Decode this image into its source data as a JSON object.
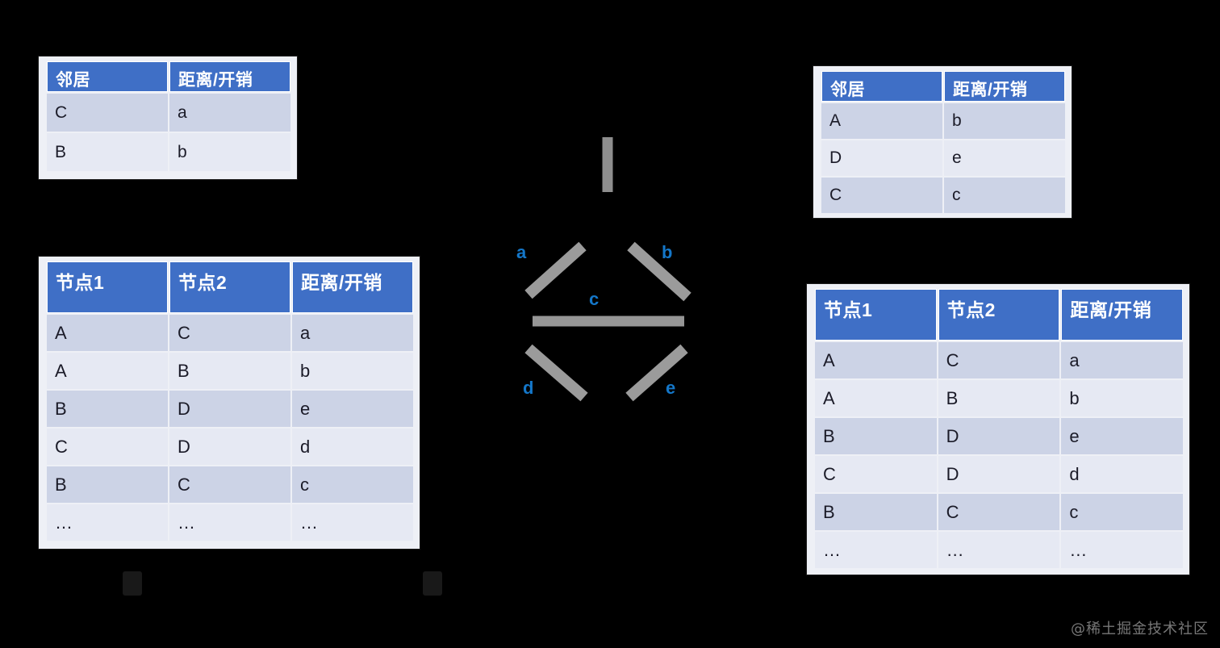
{
  "background_color": "#000000",
  "accent_color": "#3f6fc6",
  "row_color_odd": "#ccd3e6",
  "row_color_even": "#e6e9f3",
  "label_color": "#1477c9",
  "neighbor_table_left": {
    "headers": [
      "邻居",
      "距离/开销"
    ],
    "rows": [
      [
        "C",
        "a"
      ],
      [
        "B",
        "b"
      ]
    ]
  },
  "neighbor_table_right": {
    "headers": [
      "邻居",
      "距离/开销"
    ],
    "rows": [
      [
        "A",
        "b"
      ],
      [
        "D",
        "e"
      ],
      [
        "C",
        "c"
      ]
    ]
  },
  "edge_table_left": {
    "headers": [
      "节点1",
      "节点2",
      "距离/开销"
    ],
    "rows": [
      [
        "A",
        "C",
        "a"
      ],
      [
        "A",
        "B",
        "b"
      ],
      [
        "B",
        "D",
        "e"
      ],
      [
        "C",
        "D",
        "d"
      ],
      [
        "B",
        "C",
        "c"
      ],
      [
        "…",
        "…",
        "…"
      ]
    ]
  },
  "edge_table_right": {
    "headers": [
      "节点1",
      "节点2",
      "距离/开销"
    ],
    "rows": [
      [
        "A",
        "C",
        "a"
      ],
      [
        "A",
        "B",
        "b"
      ],
      [
        "B",
        "D",
        "e"
      ],
      [
        "C",
        "D",
        "d"
      ],
      [
        "B",
        "C",
        "c"
      ],
      [
        "…",
        "…",
        "…"
      ]
    ]
  },
  "graph": {
    "edge_labels": {
      "a": "a",
      "b": "b",
      "c": "c",
      "d": "d",
      "e": "e"
    }
  },
  "watermark": {
    "text": "@稀土掘金技术社区"
  }
}
